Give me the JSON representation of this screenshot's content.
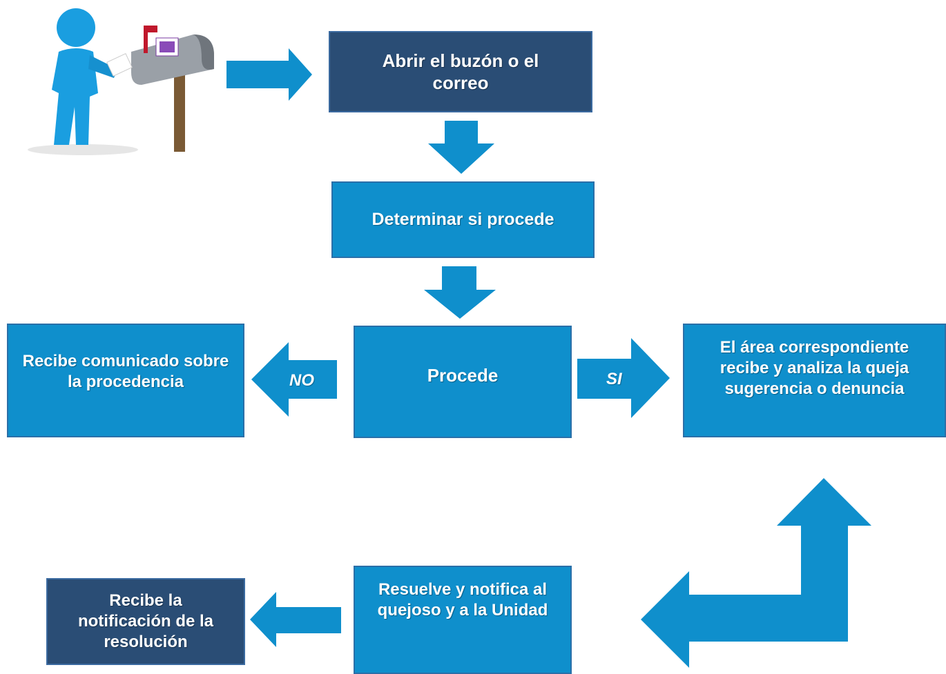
{
  "colors": {
    "dark_box": "#2a4d75",
    "light_box": "#0f8fcc",
    "arrow": "#0f8fcc",
    "figure": "#1a9ee0",
    "mailbox": "#8a8f96"
  },
  "illustration": {
    "icon": "person-mailbox-icon"
  },
  "steps": {
    "open": "Abrir el buzón o el correo",
    "determine": "Determinar si procede",
    "procede": "Procede",
    "no_branch": "Recibe comunicado sobre la procedencia",
    "yes_branch": "El área correspondiente recibe y analiza la queja sugerencia o denuncia",
    "resolve": "Resuelve y notifica al quejoso y a la Unidad",
    "receive": "Recibe la notificación de la resolución"
  },
  "labels": {
    "no": "NO",
    "si": "SI"
  }
}
